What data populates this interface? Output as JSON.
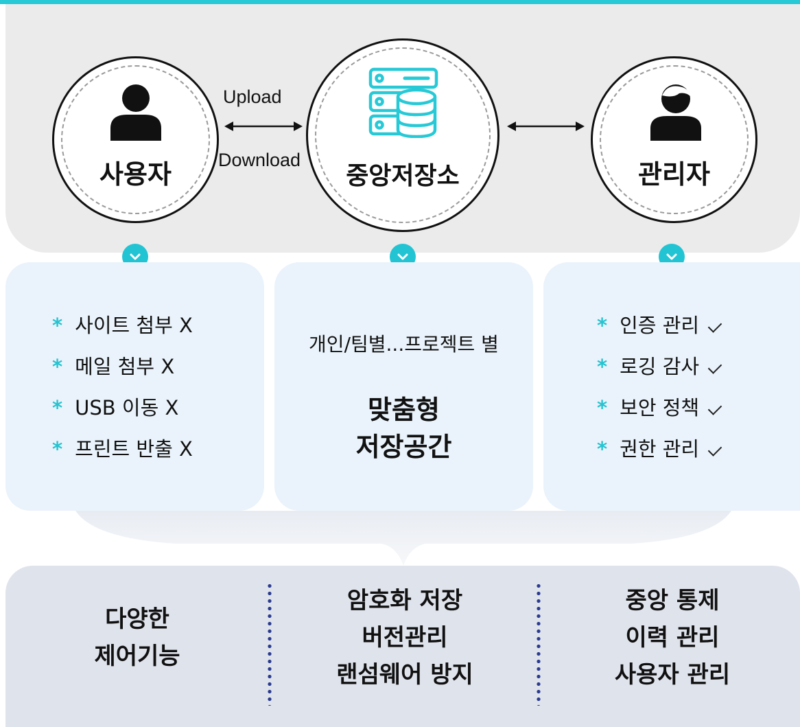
{
  "nodes": {
    "user": {
      "label": "사용자",
      "icon": "user-icon"
    },
    "storage": {
      "label": "중앙저장소",
      "icon": "database-server-icon"
    },
    "admin": {
      "label": "관리자",
      "icon": "admin-user-icon"
    }
  },
  "arrows": {
    "upload": "Upload",
    "download": "Download"
  },
  "cards": {
    "user": {
      "items": [
        "사이트 첨부 X",
        "메일 첨부 X",
        "USB 이동 X",
        "프린트 반출 X"
      ]
    },
    "storage": {
      "subtitle": "개인/팀별...프로젝트 별",
      "title_line1": "맞춤형",
      "title_line2": "저장공간"
    },
    "admin": {
      "items": [
        "인증 관리",
        "로깅 감사",
        "보안 정책",
        "권한 관리"
      ]
    }
  },
  "bottom": {
    "col1": [
      "다양한",
      "제어기능"
    ],
    "col2": [
      "암호화 저장",
      "버전관리",
      "랜섬웨어 방지"
    ],
    "col3": [
      "중앙 통제",
      "이력 관리",
      "사용자 관리"
    ]
  },
  "colors": {
    "accent": "#27c9d6",
    "dot_line": "#2a3b8f",
    "card_bg": "#eaf3fb",
    "bottom_bg": "#dfe3ec"
  }
}
